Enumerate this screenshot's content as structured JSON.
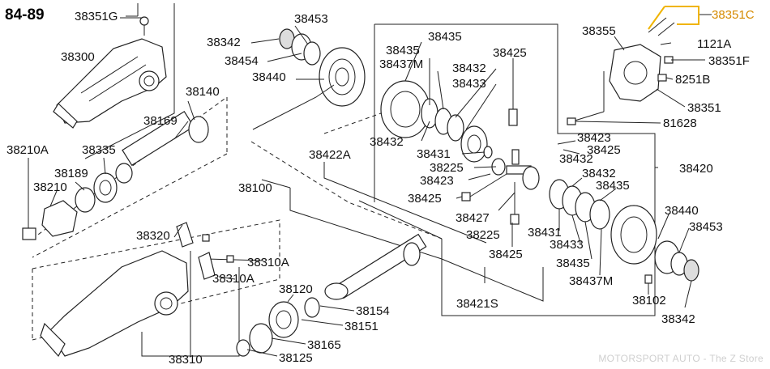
{
  "title": "84-89",
  "highlight_label": "38351C",
  "highlight_color": "#f0b400",
  "watermark": "MOTORSPORT AUTO - The Z Store",
  "labels": {
    "l38351G": "38351G",
    "l38300": "38300",
    "l38342a": "38342",
    "l38453a": "38453",
    "l38454": "38454",
    "l38440a": "38440",
    "l38140": "38140",
    "l38169": "38169",
    "l38210A": "38210A",
    "l38335": "38335",
    "l38189": "38189",
    "l38210": "38210",
    "l38320": "38320",
    "l38310A1": "38310A",
    "l38310A2": "38310A",
    "l38310": "38310",
    "l38100": "38100",
    "l38435a": "38435",
    "l38435b": "38435",
    "l38437Ma": "38437M",
    "l38432a": "38432",
    "l38433a": "38433",
    "l38425a": "38425",
    "l38432b": "38432",
    "l38431a": "38431",
    "l38225a": "38225",
    "l38423a": "38423",
    "l38422A": "38422A",
    "l38425b": "38425",
    "l38427": "38427",
    "l38225b": "38225",
    "l38425c": "38425",
    "l38423b": "38423",
    "l38425d": "38425",
    "l38432c": "38432",
    "l38432d": "38432",
    "l38435c": "38435",
    "l38431b": "38431",
    "l38433b": "38433",
    "l38435d": "38435",
    "l38437Mb": "38437M",
    "l38420": "38420",
    "l38440b": "38440",
    "l38453b": "38453",
    "l38102": "38102",
    "l38342b": "38342",
    "l38421S": "38421S",
    "l38120": "38120",
    "l38154": "38154",
    "l38151": "38151",
    "l38165": "38165",
    "l38125": "38125",
    "l38355": "38355",
    "l1121A": "1121A",
    "l38351F": "38351F",
    "l8251B": "8251B",
    "l38351": "38351",
    "l81628": "81628"
  }
}
